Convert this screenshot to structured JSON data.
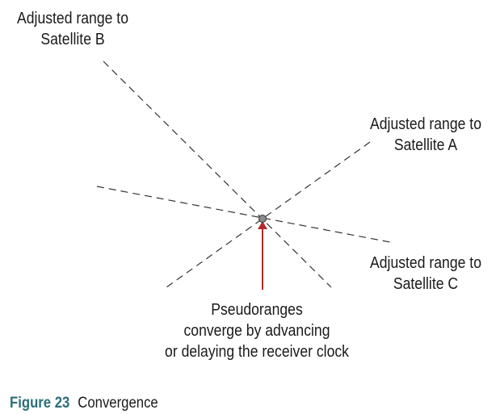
{
  "diagram": {
    "labels": {
      "satellite_b": [
        "Adjusted range to",
        "Satellite B"
      ],
      "satellite_a": [
        "Adjusted range to",
        "Satellite A"
      ],
      "satellite_c": [
        "Adjusted range to",
        "Satellite C"
      ],
      "pseudoranges": [
        "Pseudoranges",
        "converge by advancing",
        "or delaying the receiver clock"
      ]
    },
    "colors": {
      "dashed_lines": "#333333",
      "arrow": "#b22a2a",
      "point_fill": "#8a8a8a",
      "point_stroke": "#333333"
    }
  },
  "caption": {
    "number": "Figure 23",
    "text": "Convergence",
    "number_color": "#2a6f78"
  }
}
